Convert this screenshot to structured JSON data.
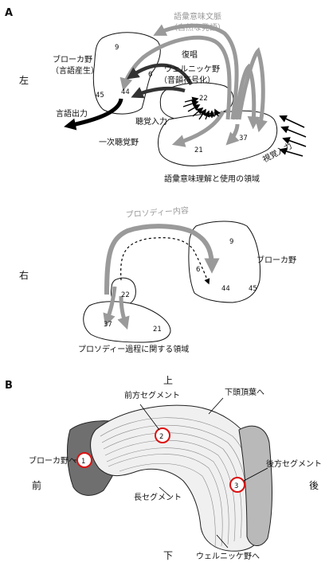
{
  "panel_a": {
    "label": "A",
    "left_side": "左",
    "right_side": "右",
    "upper": {
      "lexical_context_1": "語彙意味文脈",
      "lexical_context_2": "（自然な発語）",
      "broca_1": "ブローカ野",
      "broca_2": "（言語産生）",
      "repetition": "復唱",
      "wernicke_1": "ウェルニッケ野",
      "wernicke_2": "（音韻符号化）",
      "auditory_input": "聴覚入力",
      "speech_output": "言語出力",
      "primary_auditory": "一次聴覚野",
      "visual_input": "視覚入力",
      "region_caption": "語彙意味理解と使用の領域",
      "areas": [
        "9",
        "6",
        "45",
        "44",
        "22",
        "37",
        "21"
      ]
    },
    "lower": {
      "prosody_content": "プロソディー内容",
      "broca": "ブローカ野",
      "region_caption": "プロソディー過程に関する領域",
      "areas": [
        "9",
        "6",
        "44",
        "45",
        "22",
        "37",
        "21"
      ]
    }
  },
  "panel_b": {
    "label": "B",
    "top": "上",
    "bottom": "下",
    "anterior": "前",
    "posterior": "後",
    "anterior_segment": "前方セグメント",
    "inferior_parietal": "下頭頂葉へ",
    "to_broca": "ブローカ野へ",
    "posterior_segment": "後方セグメント",
    "long_segment": "長セグメント",
    "to_wernicke": "ウェルニッケ野へ",
    "markers": [
      "1",
      "2",
      "3"
    ]
  }
}
